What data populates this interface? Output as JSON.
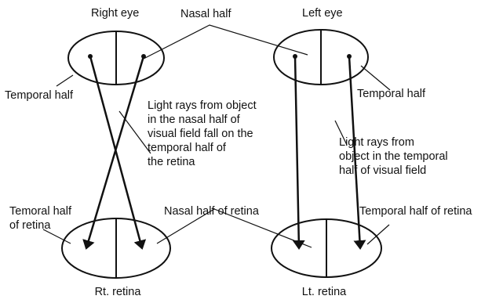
{
  "labels": {
    "right_eye": "Right eye",
    "nasal_half": "Nasal half",
    "left_eye": "Left eye",
    "temporal_half_left": "Temporal half",
    "temporal_half_right": "Temporal half",
    "nasal_rays_1": "Light rays from object",
    "nasal_rays_2": "in the nasal half of",
    "nasal_rays_3": "visual field fall on the",
    "nasal_rays_4": "temporal half of",
    "nasal_rays_5": "the retina",
    "temporal_rays_1": "Light rays from",
    "temporal_rays_2": "object in the temporal",
    "temporal_rays_3": "half of visual field",
    "temoral_half_retina_1": "Temoral half",
    "temoral_half_retina_2": "of retina",
    "nasal_half_retina": "Nasal half of retina",
    "temporal_half_retina": "Temporal half of retina",
    "rt_retina": "Rt. retina",
    "lt_retina": "Lt. retina"
  },
  "colors": {
    "ink": "#111111",
    "background": "#ffffff"
  }
}
